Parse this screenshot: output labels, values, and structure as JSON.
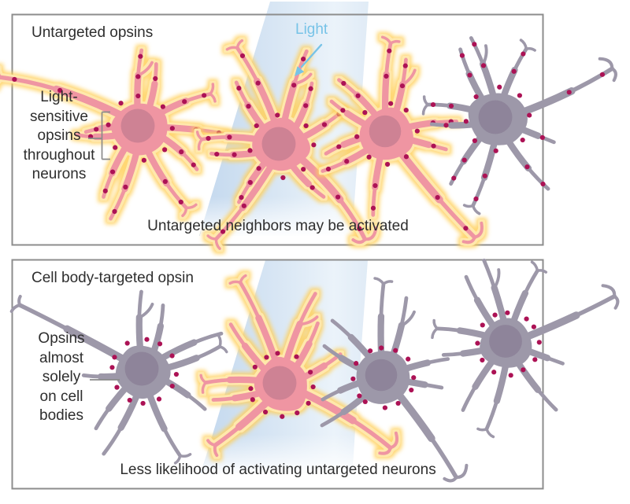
{
  "figure": {
    "panels": [
      {
        "id": "top",
        "title": "Untargeted opsins",
        "light_label": "Light",
        "side_label": "Light-\nsensitive\nopsins\nthroughout\nneurons",
        "caption": "Untargeted neighbors may be activated",
        "neurons": [
          {
            "type": "opsin-expressing-activated",
            "color_key": "pink",
            "opsin_distribution": "throughout"
          },
          {
            "type": "opsin-expressing-activated",
            "color_key": "pink",
            "opsin_distribution": "throughout"
          },
          {
            "type": "opsin-expressing-activated",
            "color_key": "pink",
            "opsin_distribution": "throughout"
          },
          {
            "type": "untargeted-not-activated",
            "color_key": "gray",
            "opsin_distribution": "throughout"
          }
        ]
      },
      {
        "id": "bottom",
        "title": "Cell body-targeted opsin",
        "side_label": "Opsins\nalmost\nsolely\non cell\nbodies",
        "caption": "Less likelihood of activating untargeted neurons",
        "neurons": [
          {
            "type": "untargeted-not-activated",
            "color_key": "gray",
            "opsin_distribution": "cell-body"
          },
          {
            "type": "opsin-expressing-activated",
            "color_key": "pink",
            "opsin_distribution": "cell-body"
          },
          {
            "type": "untargeted-not-activated",
            "color_key": "gray",
            "opsin_distribution": "cell-body"
          },
          {
            "type": "untargeted-not-activated",
            "color_key": "gray",
            "opsin_distribution": "cell-body"
          }
        ]
      }
    ],
    "colors": {
      "text": "#2e2e2e",
      "light": "#77c3e7",
      "border": "#8d8d8d",
      "pink": "#ef95a2",
      "gray": "#9d98a9",
      "dot": "#ac1255",
      "halo_inner": "#ffe8ac",
      "halo_outer": "#ffd05c",
      "beam_left": "#c3d8ee",
      "beam_mid": "#d8e6f4",
      "beam_right": "#ebf3fa"
    }
  }
}
